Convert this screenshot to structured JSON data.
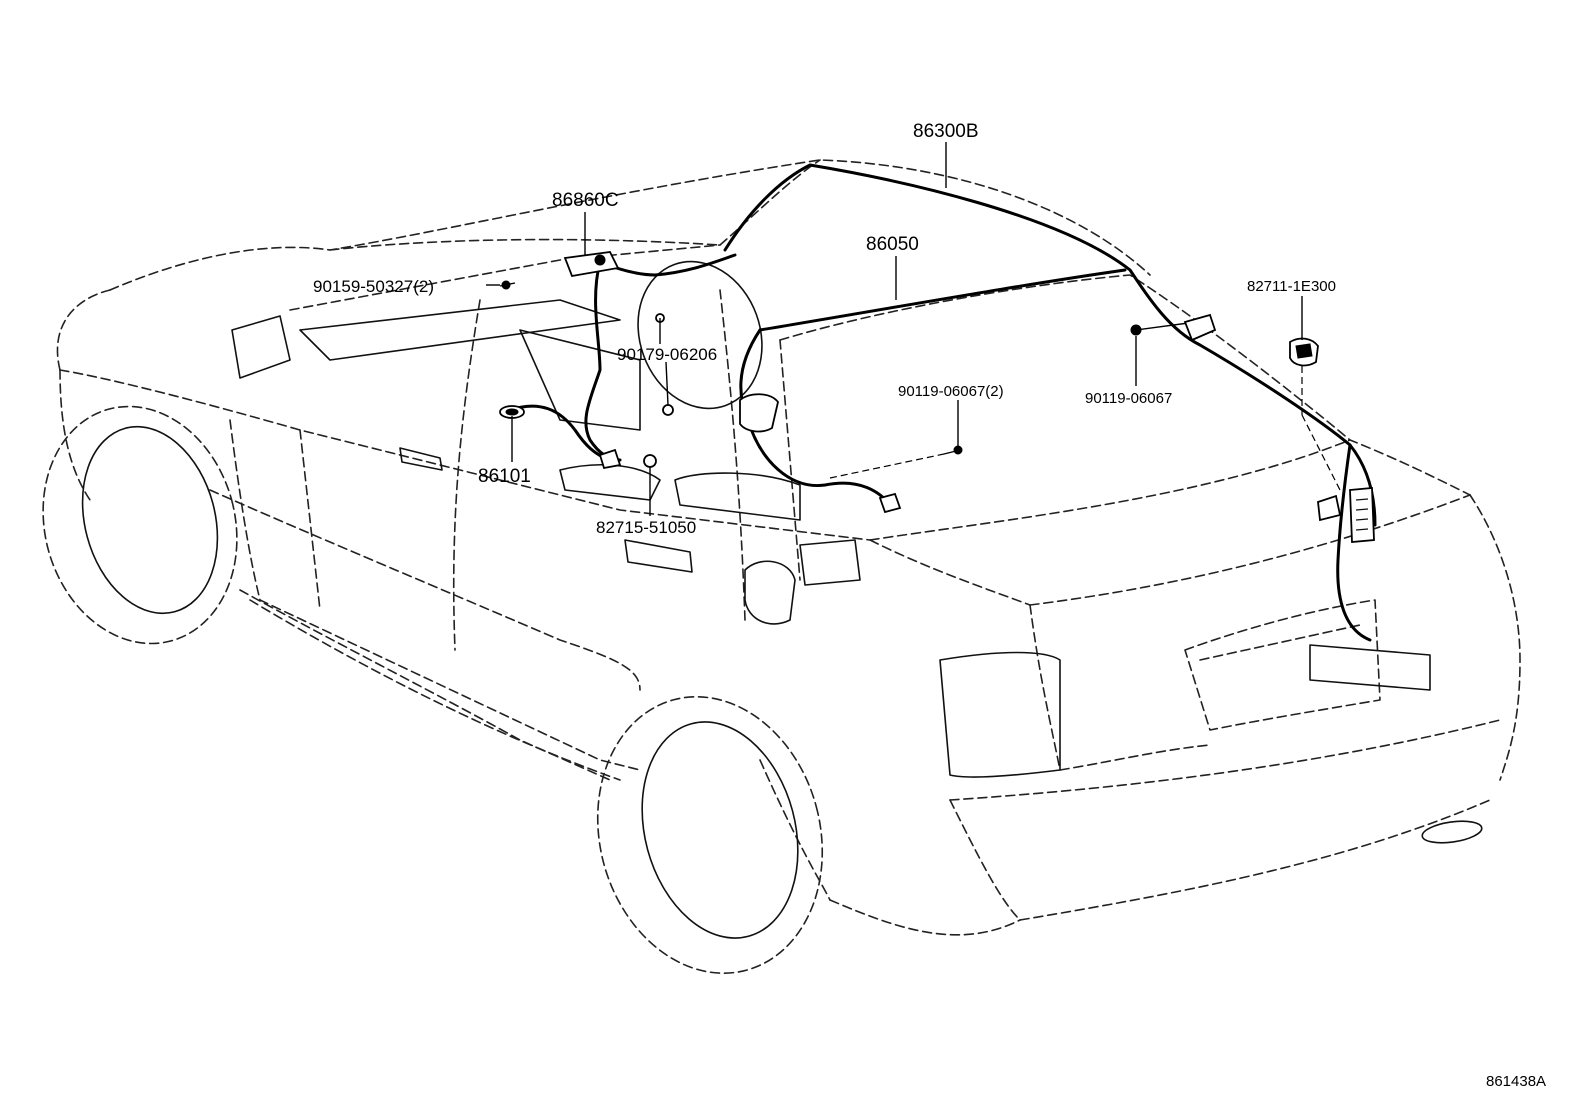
{
  "callouts": [
    {
      "id": "c86300b",
      "text": "86300B"
    },
    {
      "id": "c86860c",
      "text": "86860C"
    },
    {
      "id": "c86050",
      "text": "86050"
    },
    {
      "id": "c82711",
      "text": "82711-1E300"
    },
    {
      "id": "c90159",
      "text": "90159-50327(2)"
    },
    {
      "id": "c90179",
      "text": "90179-06206"
    },
    {
      "id": "c90119a",
      "text": "90119-06067(2)"
    },
    {
      "id": "c90119b",
      "text": "90119-06067"
    },
    {
      "id": "c86101",
      "text": "86101"
    },
    {
      "id": "c82715",
      "text": "82715-51050"
    }
  ],
  "diagram_id": "861438A"
}
